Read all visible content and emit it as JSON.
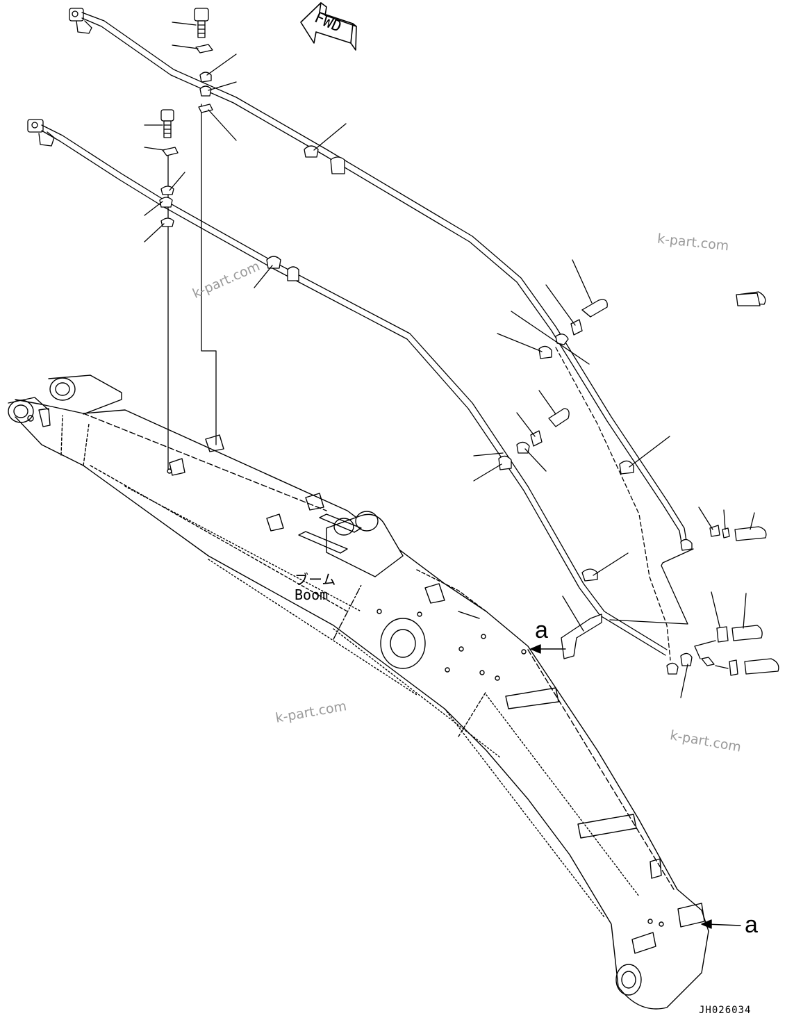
{
  "diagram": {
    "fwd_label": "FWD",
    "part_label_jp": "ブーム",
    "part_label_en": "Boom",
    "ref_letter_1": "a",
    "ref_letter_2": "a",
    "drawing_code": "JH026034"
  },
  "watermarks": [
    "k-part.com",
    "k-part.com",
    "k-part.com",
    "k-part.com"
  ],
  "colors": {
    "line": "#000000",
    "watermark": "#9a9a9a",
    "background": "#ffffff"
  }
}
